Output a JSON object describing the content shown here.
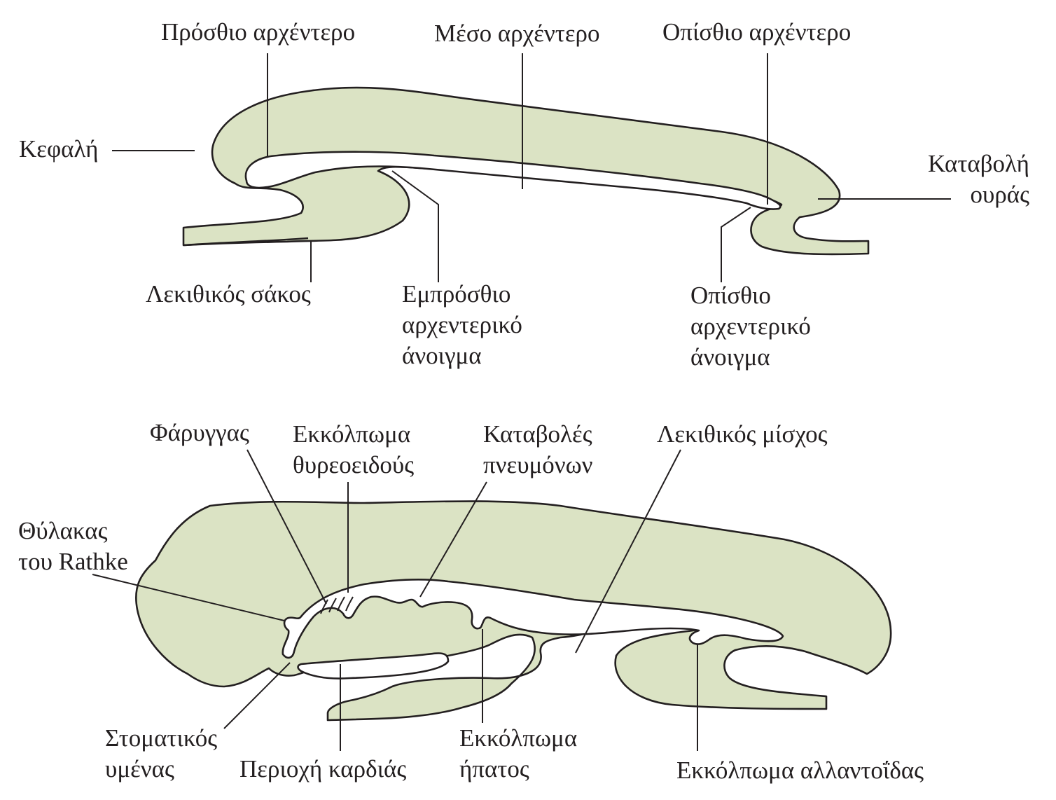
{
  "top": {
    "head": "Κεφαλή",
    "foregut": "Πρόσθιο αρχέντερο",
    "midgut": "Μέσο αρχέντερο",
    "hindgut": "Οπίσθιο αρχέντερο",
    "tail_bud": [
      "Καταβολή",
      "ουράς"
    ],
    "yolk_sac": "Λεκιθικός σάκος",
    "anterior_portal": [
      "Εμπρόσθιο",
      "αρχεντερικό",
      "άνοιγμα"
    ],
    "posterior_portal": [
      "Οπίσθιο",
      "αρχεντερικό",
      "άνοιγμα"
    ]
  },
  "bottom": {
    "pharynx": "Φάρυγγας",
    "thyroid": [
      "Εκκόλπωμα",
      "θυρεοειδούς"
    ],
    "lung_buds": [
      "Καταβολές",
      "πνευμόνων"
    ],
    "yolk_stalk": "Λεκιθικός μίσχος",
    "rathke": [
      "Θύλακας",
      "του Rathke"
    ],
    "oral_membrane": [
      "Στοματικός",
      "υμένας"
    ],
    "heart_region": "Περιοχή καρδιάς",
    "liver_bud": [
      "Εκκόλπωμα",
      "ήπατος"
    ],
    "allantois": "Εκκόλπωμα αλλαντοΐδας"
  },
  "colors": {
    "tissue": "#dbe3c4",
    "outline": "#231f20",
    "background": "#ffffff"
  }
}
